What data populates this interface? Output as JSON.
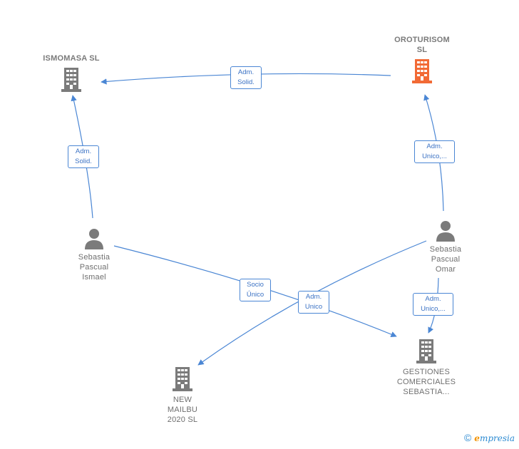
{
  "nodes": {
    "ismomasa": {
      "label": "ISMOMASA  SL",
      "kind": "company"
    },
    "oroturisom": {
      "label": "OROTURISOM\nSL",
      "kind": "company-highlight"
    },
    "sebastia_ismael": {
      "label": "Sebastia\nPascual\nIsmael",
      "kind": "person"
    },
    "sebastia_omar": {
      "label": "Sebastia\nPascual\nOmar",
      "kind": "person"
    },
    "gestiones": {
      "label": "GESTIONES\nCOMERCIALES\nSEBASTIA...",
      "kind": "company"
    },
    "new_mailbu": {
      "label": "NEW\nMAILBU\n2020  SL",
      "kind": "company"
    }
  },
  "edges": {
    "oro_to_ismomasa": "Adm.\nSolid.",
    "ismael_to_ismomasa": "Adm.\nSolid.",
    "omar_to_oro": "Adm.\nUnico,...",
    "ismael_to_gestiones": "Socio\nÚnico",
    "omar_to_mailbu": "Adm.\nUnico",
    "omar_to_gestiones": "Adm.\nUnico,..."
  },
  "colors": {
    "edge": "#4a86d4",
    "company": "#7b7b7b",
    "highlight": "#f26a35",
    "person": "#7b7b7b"
  },
  "footer": {
    "copyright": "©",
    "brand_initial": "e",
    "brand_rest": "mpresia"
  }
}
